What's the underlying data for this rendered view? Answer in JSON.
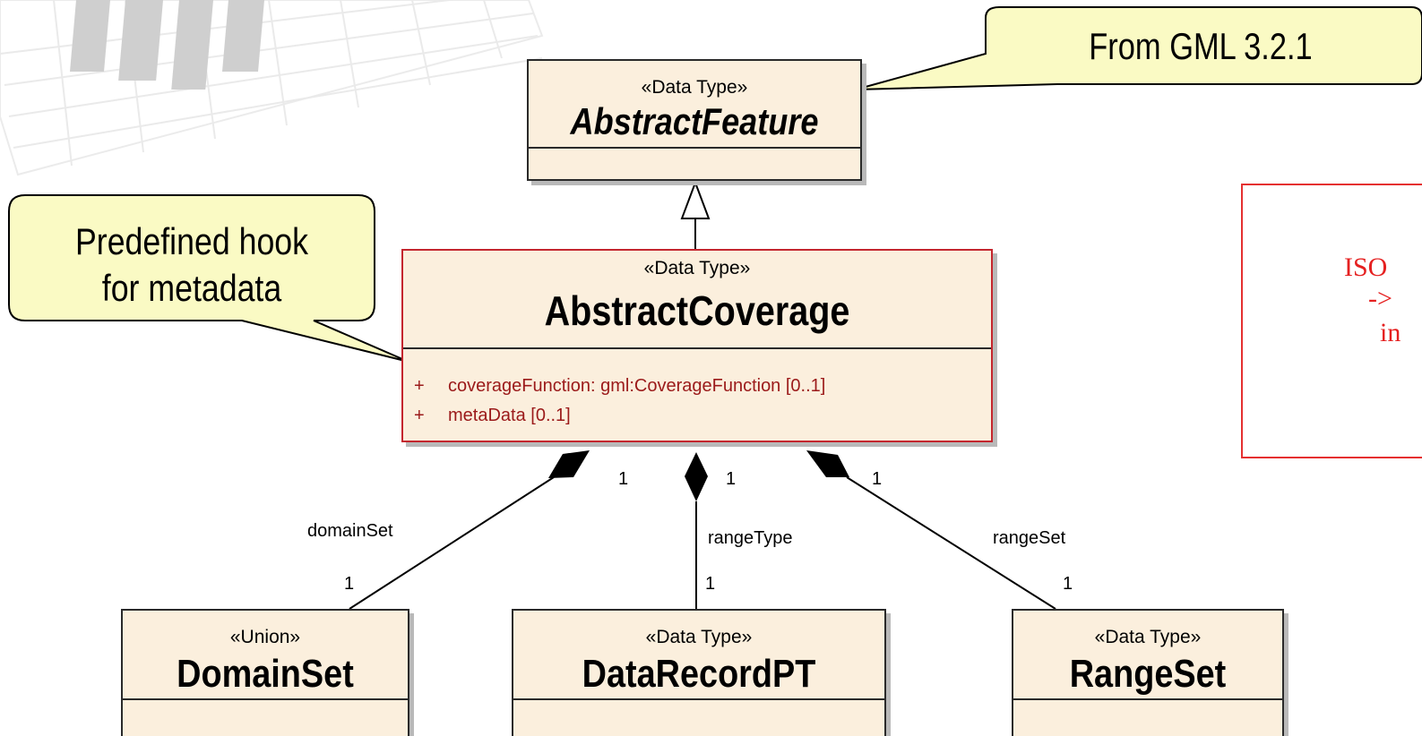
{
  "classes": {
    "abstract_feature": {
      "stereotype": "«Data Type»",
      "name": "AbstractFeature"
    },
    "abstract_coverage": {
      "stereotype": "«Data Type»",
      "name": "AbstractCoverage",
      "attributes": [
        {
          "visibility": "+",
          "text": "coverageFunction:  gml:CoverageFunction [0..1]"
        },
        {
          "visibility": "+",
          "text": "metaData [0..1]"
        }
      ]
    },
    "domain_set": {
      "stereotype": "«Union»",
      "name": "DomainSet"
    },
    "data_record_pt": {
      "stereotype": "«Data Type»",
      "name": "DataRecordPT"
    },
    "range_set": {
      "stereotype": "«Data Type»",
      "name": "RangeSet"
    }
  },
  "associations": {
    "domain_set": {
      "role": "domainSet",
      "source_mult": "1",
      "target_mult": "1"
    },
    "range_type": {
      "role": "rangeType",
      "source_mult": "1",
      "target_mult": "1"
    },
    "range_set": {
      "role": "rangeSet",
      "source_mult": "1",
      "target_mult": "1"
    }
  },
  "callouts": {
    "gml": "From  GML 3.2.1",
    "hook_line1": "Predefined hook",
    "hook_line2": "for metadata"
  },
  "side_note": {
    "line1": "ISO",
    "line2": "->",
    "line3": "in"
  },
  "colors": {
    "class_fill": "#fbefdd",
    "class_border": "#2a2a2a",
    "highlight_border": "#c4262e",
    "attribute_text": "#9b1a1a",
    "callout_fill": "#fafac4",
    "note_red": "#e52020"
  }
}
